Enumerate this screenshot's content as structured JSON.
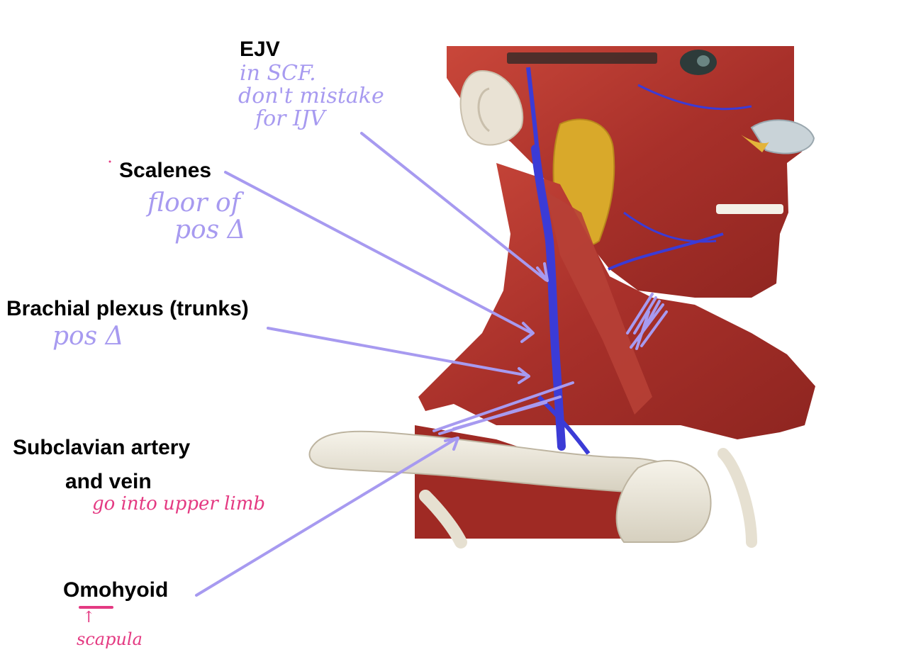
{
  "labels": {
    "ejv": "EJV",
    "scalenes": "Scalenes",
    "brachial_plexus": "Brachial plexus (trunks)",
    "subclavian_line1": "Subclavian artery",
    "subclavian_line2": "and vein",
    "omohyoid": "Omohyoid"
  },
  "annotations": {
    "ejv_note_1": "in SCF.",
    "ejv_note_2": "don't mistake",
    "ejv_note_3": "for IJV",
    "scalenes_note_1": "floor of",
    "scalenes_note_2": "pos Δ",
    "brachial_note": "pos Δ",
    "subclavian_note": "go into upper limb",
    "omohyoid_note_1": "↑",
    "omohyoid_note_2": "scapula"
  },
  "colors": {
    "handwriting_purple": "#a79af0",
    "handwriting_pink": "#e43a82",
    "muscle": "#b8372c",
    "vein": "#3b3bd6",
    "gland": "#d9a92a",
    "bone": "#ece8dc"
  }
}
